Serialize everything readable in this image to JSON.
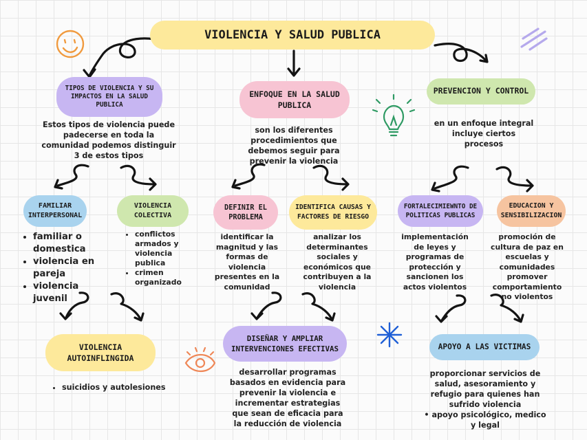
{
  "title": "VIOLENCIA Y SALUD PUBLICA",
  "colors": {
    "yellow": "#fbe49a",
    "purple": "#c7b6f2",
    "pink": "#f7c4d3",
    "green": "#cfe7ae",
    "blue": "#a9d3ee",
    "orange": "#f6c4a0",
    "title_yellow": "#fde99b",
    "star": "#1f5fd6",
    "smiley": "#f09a3e",
    "bulb": "#2e9a63",
    "eye": "#ef8757"
  },
  "icons": [
    "smiley-icon",
    "lightbulb-icon",
    "eye-icon",
    "star-icon",
    "scribble-icon"
  ],
  "branches": {
    "tipos": {
      "label": "TIPOS DE VIOLENCIA Y SU IMPACTOS EN LA SALUD PUBLICA",
      "text": "Estos tipos de violencia puede padecerse en toda la comunidad podemos distinguir 3 de estos tipos",
      "familiar": {
        "label": "FAMILIAR INTERPERSONAL",
        "items": [
          "familiar o domestica",
          "violencia en pareja",
          "violencia juvenil"
        ]
      },
      "colectiva": {
        "label": "VIOLENCIA COLECTIVA",
        "items": [
          "conflictos armados y violencia publica",
          "crimen organizado"
        ]
      },
      "auto": {
        "label": "VIOLENCIA AUTOINFLINGIDA",
        "items": [
          "suicidios y autolesiones"
        ]
      }
    },
    "enfoque": {
      "label": "ENFOQUE EN LA SALUD PUBLICA",
      "text": "son los diferentes procedimientos que debemos seguir para prevenir la violencia",
      "definir": {
        "label": "DEFINIR EL PROBLEMA",
        "text": "identificar la magnitud y las formas de violencia presentes en la comunidad"
      },
      "identifica": {
        "label": "IDENTIFICA CAUSAS Y FACTORES DE RIESGO",
        "text": "analizar los determinantes sociales y económicos que contribuyen a la violencia"
      },
      "disenar": {
        "label": "DISEÑAR Y AMPLIAR INTERVENCIONES EFECTIVAS",
        "text": "desarrollar programas basados en evidencia para prevenir la violencia e incrementar estrategias que sean de eficacia para la reducción de violencia"
      }
    },
    "prevencion": {
      "label": "PREVENCION Y CONTROL",
      "text": "en un enfoque integral incluye ciertos procesos",
      "fortalecimiento": {
        "label": "FORTALECIMIEWNTO DE POLITICAS PUBLICAS",
        "text": "implementación de leyes y programas de protección y sancionen los actos violentos"
      },
      "educacion": {
        "label": "EDUCACION Y SENSIBILIZACION",
        "text": "promoción de cultura de paz en escuelas y comunidades promover comportamiento no violentos"
      },
      "apoyo": {
        "label": "APOYO A LAS VICTIMAS",
        "text": "proporcionar servicios de salud, asesoramiento y refugio para quienes han sufrido violencia",
        "items": [
          "apoyo psicológico, medico y legal"
        ]
      }
    }
  }
}
